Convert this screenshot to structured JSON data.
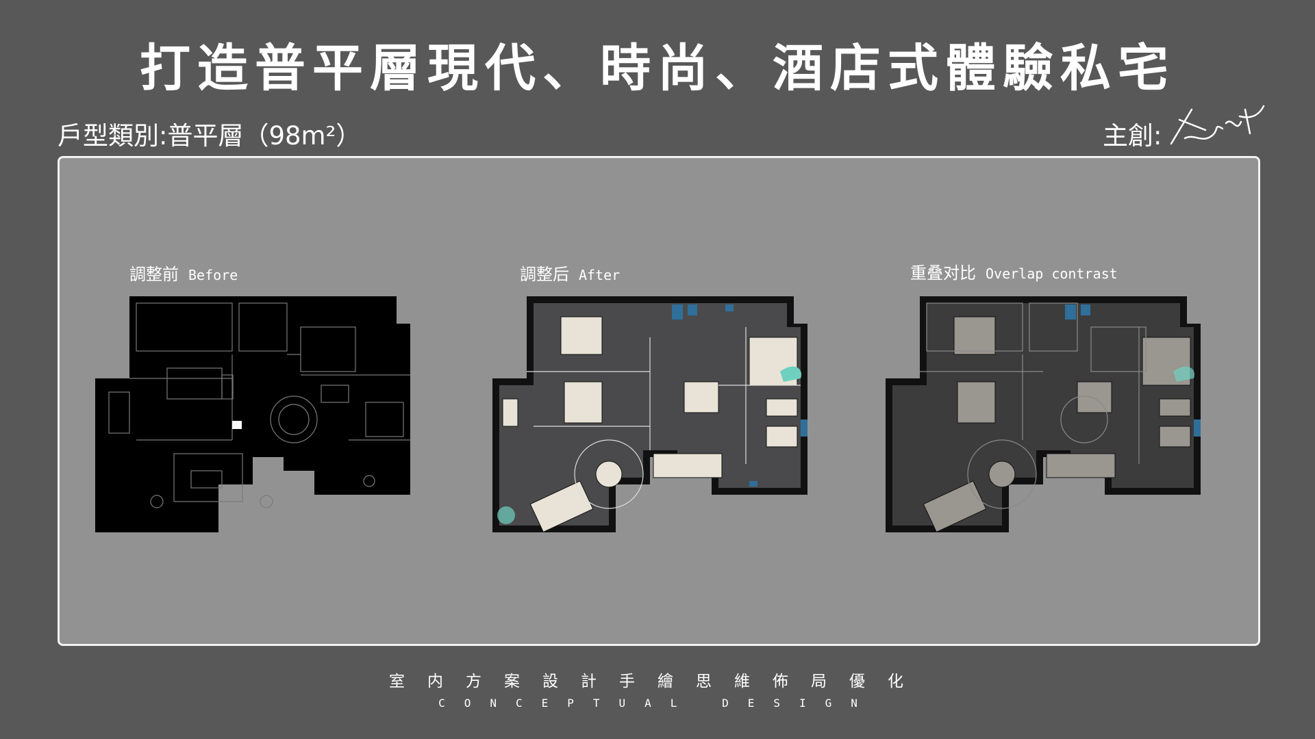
{
  "header": {
    "title": "打造普平層現代、時尚、酒店式體驗私宅",
    "unit_type": "戶型類別:普平層（98m²）",
    "designer_label": "主創:"
  },
  "plans": [
    {
      "label": "調整前",
      "label_en": "Before",
      "style": "before"
    },
    {
      "label": "調整后",
      "label_en": "After",
      "style": "after"
    },
    {
      "label": "重叠对比",
      "label_en": "Overlap contrast",
      "style": "overlap"
    }
  ],
  "footer": {
    "cn": "室内方案設計手繪思維佈局優化",
    "en": "CONCEPTUAL DESIGN"
  },
  "colors": {
    "background": "#585858",
    "panel": "#929292",
    "panel_border": "#f2f2f2",
    "plan_before": "#000000",
    "plan_after_floor": "#4a4a4c",
    "accent_blue": "#2f6f9a",
    "accent_teal": "#6fd0c0",
    "furniture_cream": "#e8e3d6"
  }
}
